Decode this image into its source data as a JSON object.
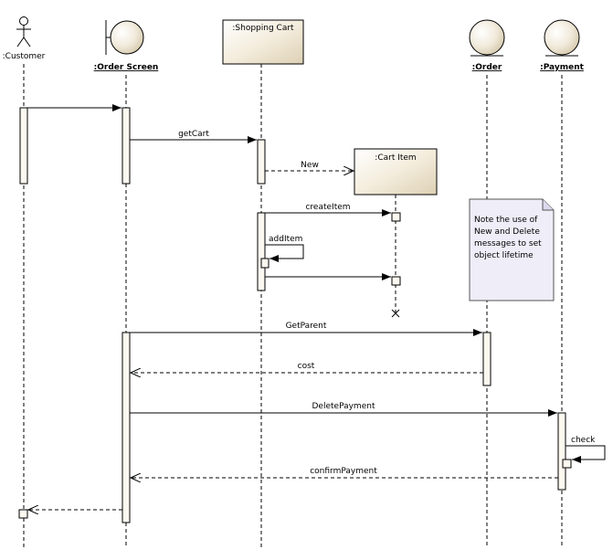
{
  "participants": [
    {
      "id": "customer",
      "label": ":Customer",
      "kind": "actor",
      "underline": false
    },
    {
      "id": "order-screen",
      "label": ":Order Screen",
      "kind": "boundary",
      "underline": true
    },
    {
      "id": "shopping-cart",
      "label": ":Shopping Cart",
      "kind": "class-box",
      "underline": false
    },
    {
      "id": "cart-item",
      "label": ":Cart Item",
      "kind": "class-box",
      "underline": false
    },
    {
      "id": "order",
      "label": ":Order",
      "kind": "entity",
      "underline": true
    },
    {
      "id": "payment",
      "label": ":Payment",
      "kind": "entity",
      "underline": true
    }
  ],
  "messages": [
    {
      "id": "m1",
      "label": "",
      "type": "sync"
    },
    {
      "id": "m2",
      "label": "getCart",
      "type": "sync"
    },
    {
      "id": "m3",
      "label": "New",
      "type": "create"
    },
    {
      "id": "m4",
      "label": "createItem",
      "type": "sync"
    },
    {
      "id": "m5",
      "label": "addItem",
      "type": "self"
    },
    {
      "id": "m6",
      "label": "",
      "type": "sync"
    },
    {
      "id": "m7",
      "label": "GetParent",
      "type": "sync"
    },
    {
      "id": "m8",
      "label": "cost",
      "type": "return"
    },
    {
      "id": "m9",
      "label": "DeletePayment",
      "type": "sync"
    },
    {
      "id": "m10",
      "label": "check",
      "type": "self"
    },
    {
      "id": "m11",
      "label": "confirmPayment",
      "type": "return"
    },
    {
      "id": "m12",
      "label": "",
      "type": "return"
    }
  ],
  "note": {
    "lines": [
      "Note the use of",
      "New and Delete",
      "messages to set",
      "object lifetime"
    ]
  },
  "colors": {
    "box_fill": "#f3ecdc",
    "activation_fill": "#fbf8f0",
    "note_fill": "#efedf8"
  }
}
